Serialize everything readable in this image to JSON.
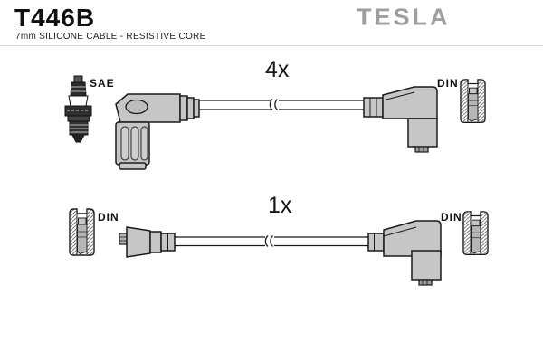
{
  "header": {
    "part_number": "T446B",
    "subtitle": "7mm SILICONE CABLE - RESISTIVE CORE",
    "brand_logo": "TESLA"
  },
  "diagram": {
    "rows": [
      {
        "quantity": "4x",
        "left_connector": {
          "type": "spark-plug",
          "label": "SAE"
        },
        "left_boot": "elbow-boot",
        "right_boot": "elbow-boot",
        "right_connector": {
          "type": "din-terminal-cap",
          "label": "DIN"
        }
      },
      {
        "quantity": "1x",
        "left_connector": {
          "type": "din-terminal-cap",
          "label": "DIN"
        },
        "left_boot": "straight-boot",
        "right_boot": "elbow-boot",
        "right_connector": {
          "type": "din-terminal-cap",
          "label": "DIN"
        }
      }
    ]
  },
  "colors": {
    "brand_gray": "#9e9e9e",
    "boot_fill": "#c6c6c6",
    "terminal_fill": "#b6b6b6",
    "outline": "#1a1a1a"
  }
}
